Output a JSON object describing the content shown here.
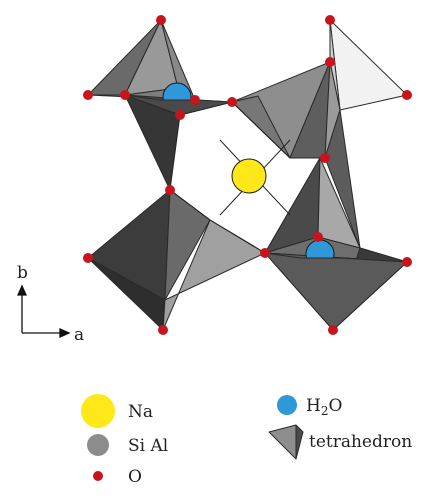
{
  "axes": {
    "b": "b",
    "a": "a"
  },
  "legend": {
    "na": "Na",
    "si_al": "Si Al",
    "o": "O",
    "h2o_main": "H",
    "h2o_sub": "2",
    "h2o_tail": "O",
    "tetrahedron": "tetrahedron"
  },
  "colors": {
    "na": "#FFE81A",
    "h2o": "#2E98D8",
    "si_al": "#8C8C8C",
    "oxygen": "#C8141C",
    "dark_face": "#3A3A3A",
    "mid_face": "#6C6C6C",
    "light_face": "#A8A8A8",
    "white_face": "#F4F4F4"
  }
}
